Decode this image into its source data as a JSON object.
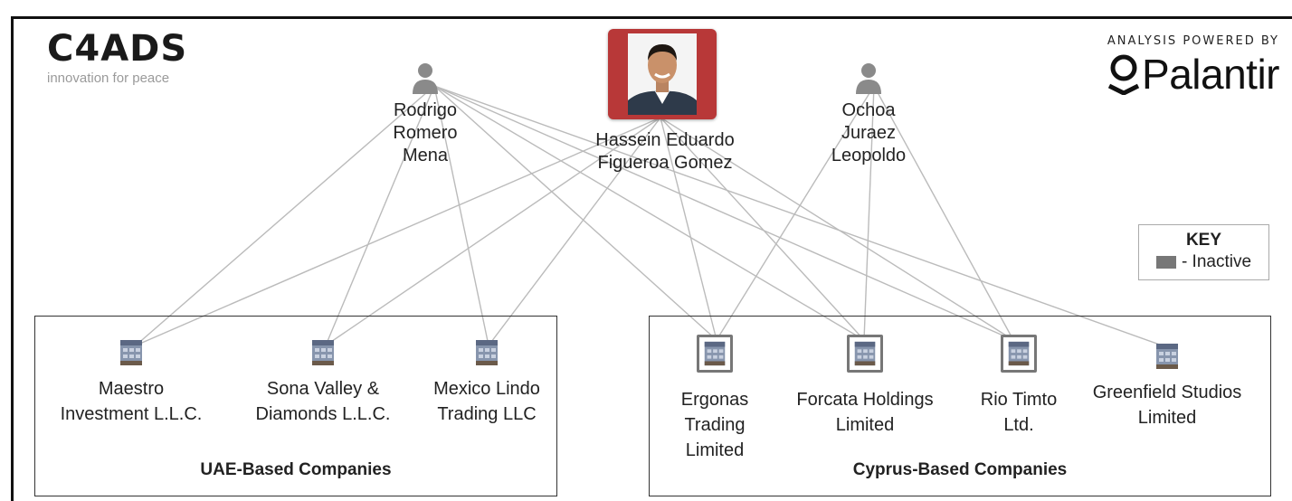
{
  "brand": {
    "logo": "C4ADS",
    "tagline": "innovation for peace"
  },
  "powered": {
    "caption": "ANALYSIS POWERED BY",
    "name": "Palantir"
  },
  "key": {
    "title": "KEY",
    "item": "- Inactive",
    "inactive_color": "#777777"
  },
  "people": {
    "rodrigo": [
      "Rodrigo",
      "Romero",
      "Mena"
    ],
    "hassein": [
      "Hassein Eduardo",
      "Figueroa Gomez"
    ],
    "ochoa": [
      "Ochoa",
      "Juraez",
      "Leopoldo"
    ]
  },
  "groups": {
    "uae": {
      "label": "UAE-Based Companies"
    },
    "cyprus": {
      "label": "Cyprus-Based Companies"
    }
  },
  "companies": {
    "maestro": {
      "lines": [
        "Maestro",
        "Investment L.L.C."
      ],
      "inactive": false
    },
    "sona": {
      "lines": [
        "Sona Valley &",
        "Diamonds L.L.C."
      ],
      "inactive": false
    },
    "mexico": {
      "lines": [
        "Mexico Lindo",
        "Trading LLC"
      ],
      "inactive": false
    },
    "ergonas": {
      "lines": [
        "Ergonas",
        "Trading",
        "Limited"
      ],
      "inactive": true
    },
    "forcata": {
      "lines": [
        "Forcata Holdings",
        "Limited"
      ],
      "inactive": true
    },
    "rio": {
      "lines": [
        "Rio Timto",
        "Ltd."
      ],
      "inactive": true
    },
    "greenfield": {
      "lines": [
        "Greenfield Studios",
        "Limited"
      ],
      "inactive": false
    }
  },
  "links": [
    [
      "rodrigo",
      "maestro"
    ],
    [
      "rodrigo",
      "sona"
    ],
    [
      "rodrigo",
      "mexico"
    ],
    [
      "rodrigo",
      "ergonas"
    ],
    [
      "rodrigo",
      "forcata"
    ],
    [
      "rodrigo",
      "rio"
    ],
    [
      "rodrigo",
      "greenfield"
    ],
    [
      "hassein",
      "maestro"
    ],
    [
      "hassein",
      "sona"
    ],
    [
      "hassein",
      "mexico"
    ],
    [
      "hassein",
      "ergonas"
    ],
    [
      "hassein",
      "forcata"
    ],
    [
      "hassein",
      "rio"
    ],
    [
      "ochoa",
      "ergonas"
    ],
    [
      "ochoa",
      "forcata"
    ],
    [
      "ochoa",
      "rio"
    ]
  ],
  "colors": {
    "link": "#bbbbbb",
    "photo_frame": "#b83838"
  }
}
